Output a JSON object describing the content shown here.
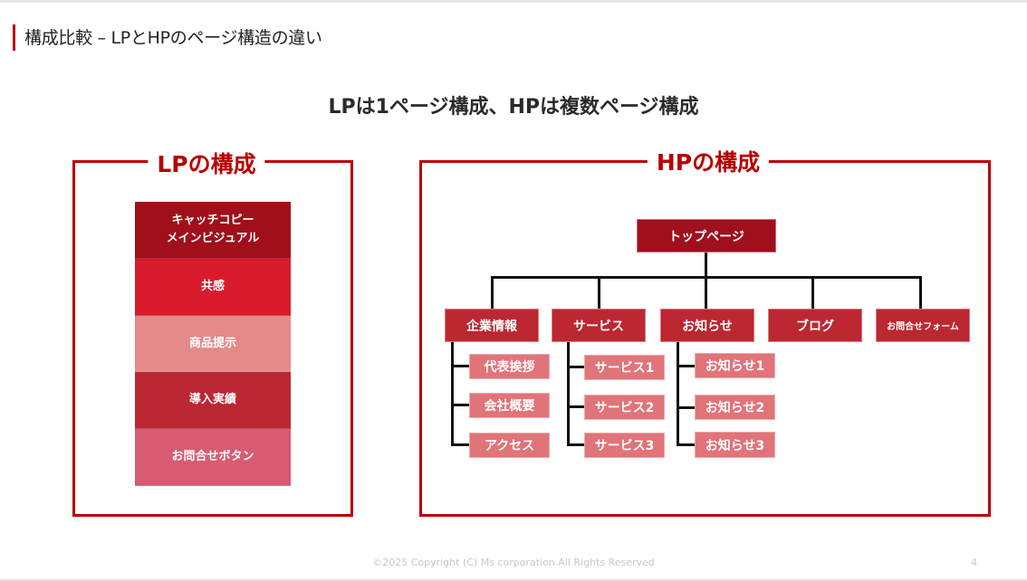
{
  "header": {
    "title": "構成比較 – LPとHPのページ構造の違い"
  },
  "subtitle": "LPは1ページ構成、HPは複数ページ構成",
  "lp": {
    "title": "LPの構成",
    "sections": [
      {
        "label": "キャッチコピー\nメインビジュアル",
        "color": "#a00f1a"
      },
      {
        "label": "共感",
        "color": "#d81b2b"
      },
      {
        "label": "商品提示",
        "color": "#e48a8a"
      },
      {
        "label": "導入実績",
        "color": "#bb2733"
      },
      {
        "label": "お問合せボタン",
        "color": "#d75b72"
      }
    ]
  },
  "hp": {
    "title": "HPの構成",
    "top": "トップページ",
    "categories": [
      {
        "label": "企業情報",
        "children": [
          "代表挨拶",
          "会社概要",
          "アクセス"
        ]
      },
      {
        "label": "サービス",
        "children": [
          "サービス1",
          "サービス2",
          "サービス3"
        ]
      },
      {
        "label": "お知らせ",
        "children": [
          "お知らせ1",
          "お知らせ2",
          "お知らせ3"
        ]
      },
      {
        "label": "ブログ",
        "children": []
      },
      {
        "label": "お問合せフォーム",
        "children": []
      }
    ]
  },
  "colors": {
    "accent": "#b80000",
    "top_node": "#a00f1c",
    "level2_node": "#bc2731",
    "level3_node": "#e07479"
  },
  "footer": {
    "copyright": "©2025 Copyright (C) Ms corporation All Rights Reserved",
    "page_number": "4"
  }
}
